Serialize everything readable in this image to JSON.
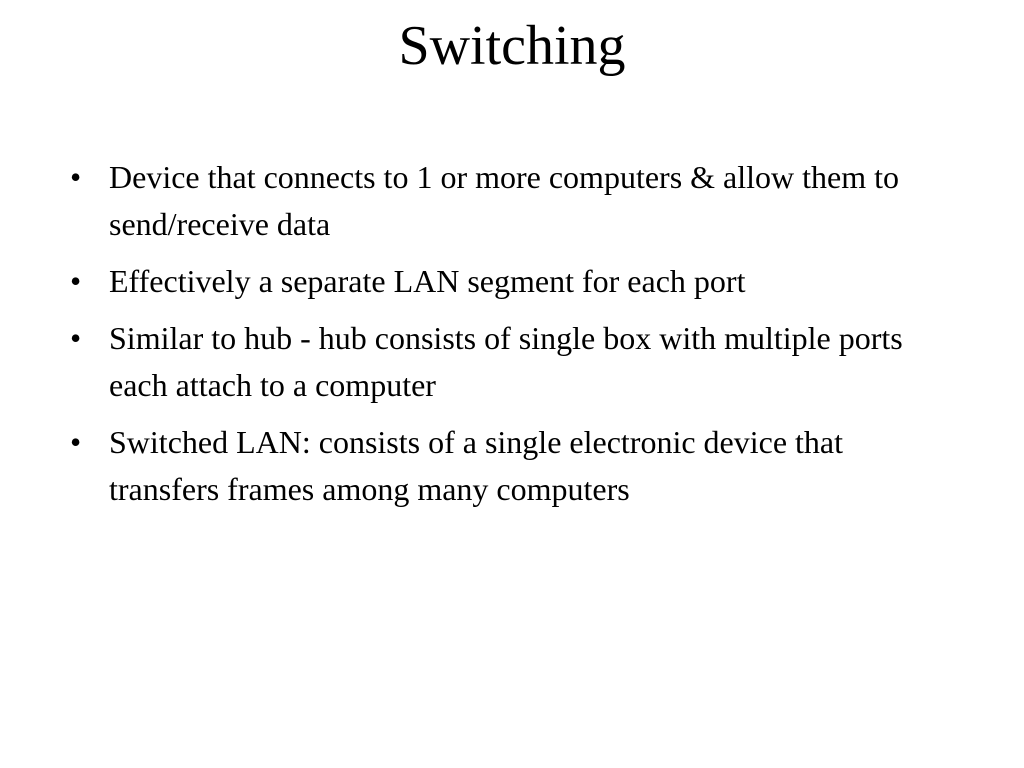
{
  "slide": {
    "title": "Switching",
    "bullets": [
      "Device that connects to 1 or more computers & allow them to send/receive data",
      "Effectively a separate LAN segment for each port",
      "Similar to hub - hub consists of single box with multiple ports each attach to a computer",
      "Switched LAN: consists of a single electronic device that transfers frames among many computers"
    ]
  }
}
